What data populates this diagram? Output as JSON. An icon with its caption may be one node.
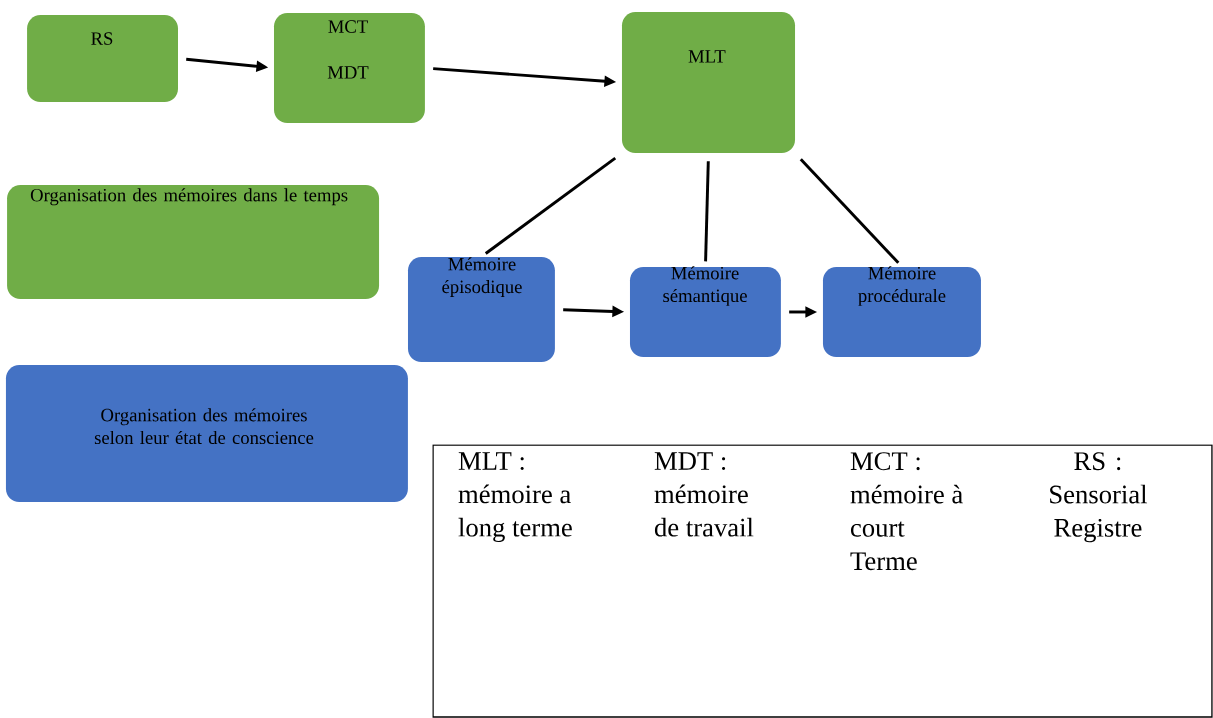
{
  "diagram": {
    "nodes": [
      {
        "text": [
          "RS"
        ]
      },
      {
        "text": [
          "MCT",
          "MDT"
        ]
      },
      {
        "text": [
          "MLT"
        ]
      },
      {
        "text": [
          "Mémoire épisodique"
        ]
      },
      {
        "text": [
          "Mémoire sémantique"
        ]
      },
      {
        "text": [
          "Mémoire procédurale"
        ]
      },
      {
        "text": [
          "Organisation des mémoires dans le temps"
        ]
      },
      {
        "text": [
          "Organisation des mémoires selon leur état de conscience"
        ]
      },
      {
        "text": [
          "MLT : mémoire a long terme",
          "MDT : mémoire de travail",
          "MCT : mémoire à court Terme",
          "RS : Sensorial Registre"
        ]
      }
    ],
    "edges": [
      {
        "from": 0,
        "to": 1,
        "arrow": "to"
      },
      {
        "from": 1,
        "to": 2,
        "arrow": "to"
      },
      {
        "from": 2,
        "to": 3,
        "arrow": "none"
      },
      {
        "from": 2,
        "to": 4,
        "arrow": "none"
      },
      {
        "from": 2,
        "to": 5,
        "arrow": "none"
      },
      {
        "from": 3,
        "to": 4,
        "arrow": "to"
      },
      {
        "from": 4,
        "to": 5,
        "arrow": "to"
      }
    ]
  }
}
